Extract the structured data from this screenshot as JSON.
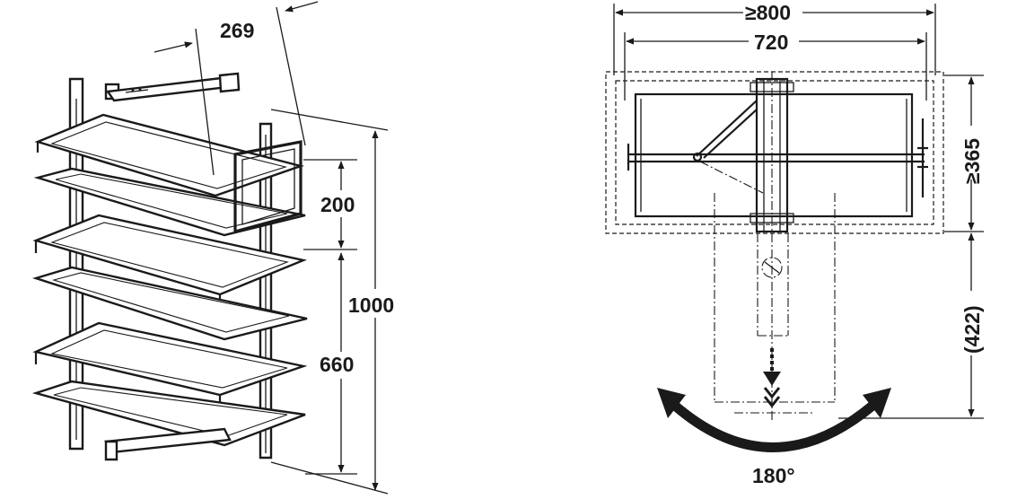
{
  "side_view": {
    "dim_depth": "269",
    "dim_shelf_spacing": "200",
    "dim_height_total": "1000",
    "dim_height_lower": "660"
  },
  "top_view": {
    "dim_width_min": "≥800",
    "dim_width": "720",
    "dim_depth_min": "≥365",
    "dim_swing_depth": "(422)",
    "rotation_angle": "180°"
  }
}
